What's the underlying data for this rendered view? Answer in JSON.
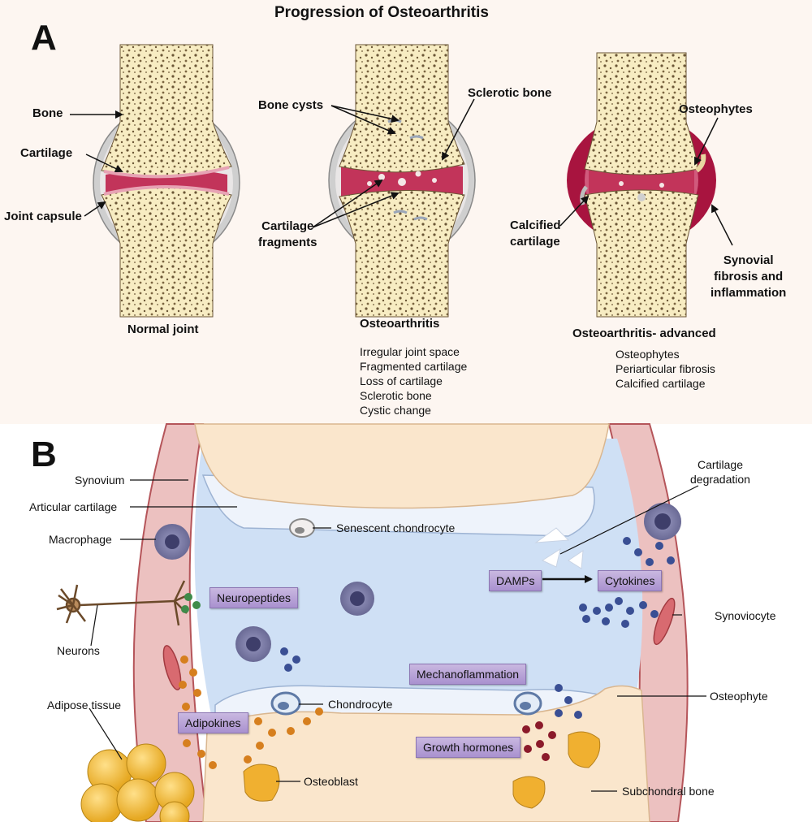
{
  "title": "Progression of Osteoarthritis",
  "panel_a": {
    "letter": "A",
    "labels": {
      "bone": "Bone",
      "cartilage": "Cartilage",
      "joint_capsule": "Joint capsule",
      "bone_cysts": "Bone cysts",
      "sclerotic_bone": "Sclerotic bone",
      "cartilage_fragments": "Cartilage\nfragments",
      "osteophytes": "Osteophytes",
      "calcified_cartilage": "Calcified\ncartilage",
      "synovial_fibrosis": "Synovial\nfibrosis and\ninflammation"
    },
    "stages": [
      {
        "name": "Normal joint",
        "details": []
      },
      {
        "name": "Osteoarthritis",
        "details": [
          "Irregular joint space",
          "Fragmented cartilage",
          "Loss of cartilage",
          "Sclerotic bone",
          "Cystic change"
        ]
      },
      {
        "name": "Osteoarthritis- advanced",
        "details": [
          "Osteophytes",
          "Periarticular fibrosis",
          "Calcified cartilage"
        ]
      }
    ]
  },
  "panel_b": {
    "letter": "B",
    "labels": {
      "synovium": "Synovium",
      "articular_cartilage": "Articular cartilage",
      "macrophage": "Macrophage",
      "neurons": "Neurons",
      "adipose_tissue": "Adipose tissue",
      "senescent_chondrocyte": "Senescent chondrocyte",
      "chondrocyte": "Chondrocyte",
      "osteoblast": "Osteoblast",
      "cartilage_degradation": "Cartilage\ndegradation",
      "synoviocyte": "Synoviocyte",
      "osteophyte": "Osteophyte",
      "subchondral_bone": "Subchondral bone"
    },
    "tags": {
      "neuropeptides": "Neuropeptides",
      "damps": "DAMPs",
      "cytokines": "Cytokines",
      "mechanoflammation": "Mechanoflammation",
      "adipokines": "Adipokines",
      "growth_hormones": "Growth hormones"
    }
  },
  "colors": {
    "bone_fill": "#f7ecc2",
    "bone_pore": "#6b5636",
    "cartilage": "#c2345a",
    "capsule": "#c9c9c9",
    "inflamed": "#a8143f",
    "synovium_fill": "#ecc1c0",
    "joint_fluid": "#cfe0f5",
    "macrophage": "#6a6a95",
    "tag_fill": "#b7a4d6",
    "green_vesicle": "#3f8b4a",
    "orange_vesicle": "#d67f1e",
    "blue_vesicle": "#3a4f94",
    "red_vesicle": "#8b1a2a",
    "adipocyte": "#f2b93b"
  }
}
